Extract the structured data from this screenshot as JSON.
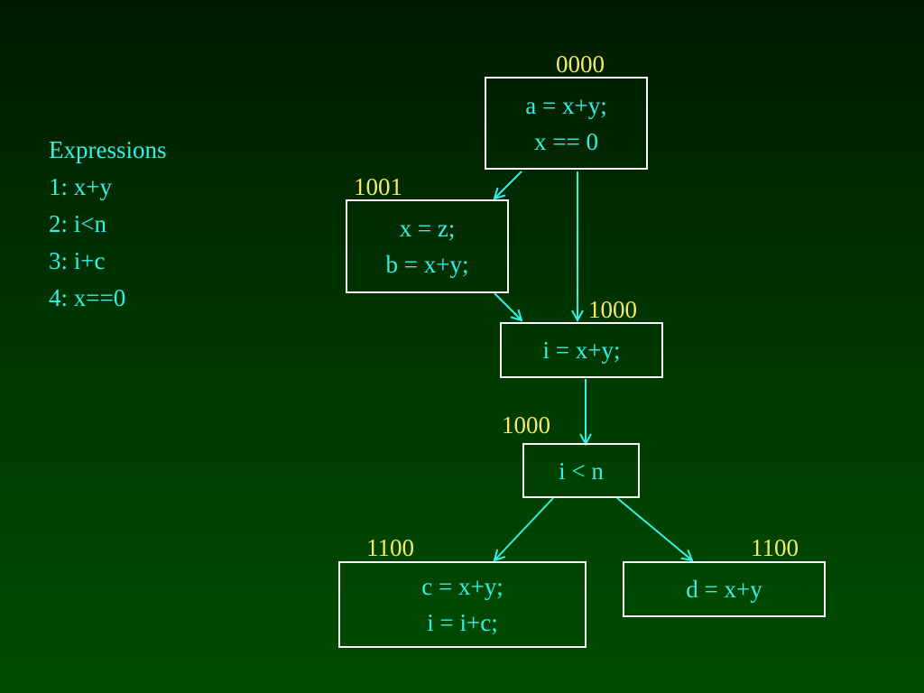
{
  "expressions": {
    "title": "Expressions",
    "items": [
      "1: x+y",
      "2: i<n",
      "3: i+c",
      "4: x==0"
    ]
  },
  "nodes": {
    "entry": {
      "bits": "0000",
      "lines": [
        "a = x+y;",
        "x == 0"
      ]
    },
    "assign": {
      "bits": "1001",
      "lines": [
        "x = z;",
        "b = x+y;"
      ]
    },
    "join": {
      "bits": "1000",
      "lines": [
        "i = x+y;"
      ]
    },
    "cond": {
      "bits": "1000",
      "lines": [
        "i < n"
      ]
    },
    "loop_body": {
      "bits": "1100",
      "lines": [
        "c = x+y;",
        "i = i+c;"
      ]
    },
    "exit": {
      "bits": "1100",
      "lines": [
        "d = x+y"
      ]
    }
  },
  "colors": {
    "text": "#33f0e8",
    "bits": "#f5e96a",
    "box_border": "#ffffff",
    "edge": "#33f0e8"
  }
}
